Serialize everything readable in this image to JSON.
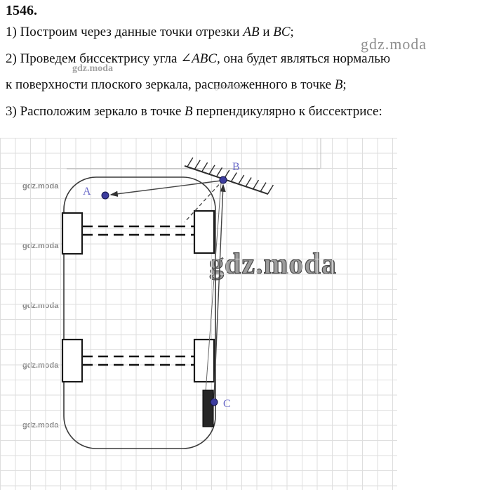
{
  "header": {
    "number": "1546.",
    "steps": [
      {
        "parts": [
          {
            "t": "1) Построим через данные точки отрезки "
          },
          {
            "t": "AB"
          },
          {
            "t": " и "
          },
          {
            "t": "BC"
          },
          {
            "t": ";"
          }
        ]
      },
      {
        "parts": [
          {
            "t": "2) Проведем биссектрису угла "
          },
          {
            "t": "∠ABC,"
          },
          {
            "t": " она будет являться нормалью"
          },
          {
            "t": "к поверхности плоского зеркала, расположенного в точке "
          },
          {
            "t": "B"
          },
          {
            "t": ";"
          }
        ]
      },
      {
        "parts": [
          {
            "t": "3) Расположим зеркало в точке "
          },
          {
            "t": "B"
          },
          {
            "t": " перпендикулярно к биссектрисе:"
          }
        ]
      }
    ]
  },
  "watermark": {
    "text": "gdz.moda"
  },
  "diagram": {
    "labels": {
      "a": "A",
      "b": "B",
      "c": "C"
    },
    "point_fill": "#3c3c9e",
    "point_stroke": "#15154a",
    "label_color": "#6a6ac8",
    "line_color": "#444444",
    "mirror_color": "#2e2e2e"
  }
}
